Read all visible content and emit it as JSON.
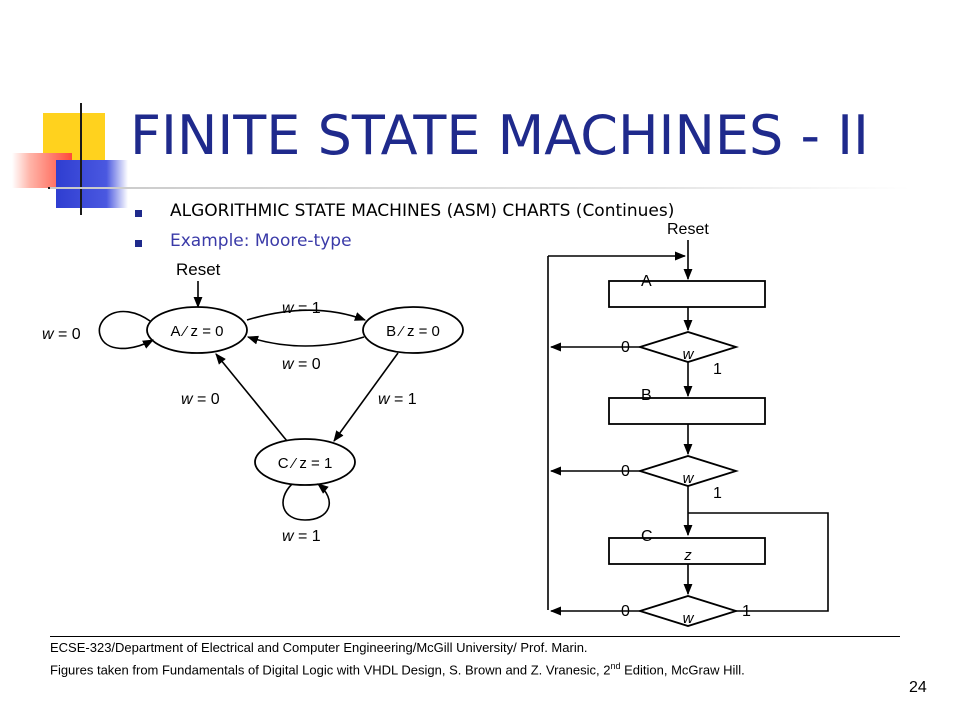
{
  "slide": {
    "title": "FINITE STATE MACHINES - II",
    "bullets": [
      "ALGORITHMIC STATE MACHINES (ASM) CHARTS (Continues)",
      "Example: Moore-type"
    ],
    "page_number": "24",
    "colors": {
      "title": "#1f2a8c",
      "bullet2": "#3a3aa8",
      "accent_yellow": "#ffd21e",
      "accent_blue": "#2f3ed1",
      "accent_red": "#ff4a3a"
    }
  },
  "state_diagram": {
    "reset_label": "Reset",
    "states": {
      "A": "A ⁄ z = 0",
      "B": "B ⁄ z = 0",
      "C": "C ⁄ z = 1"
    },
    "transitions": {
      "A_self": "= 0",
      "A_to_B": "= 1",
      "B_to_A": "= 0",
      "C_to_A": "= 0",
      "B_to_C": "= 1",
      "C_self": "= 1"
    },
    "input_symbol": "w"
  },
  "asm_chart": {
    "reset_label": "Reset",
    "state_labels": [
      "A",
      "B",
      "C"
    ],
    "output_in_C": "z",
    "decision_var": "w",
    "branch_zero": "0",
    "branch_one": "1"
  },
  "footer": {
    "line1": "ECSE-323/Department of Electrical and Computer Engineering/McGill University/ Prof. Marin.",
    "line2_pre": "Figures taken from Fundamentals of Digital Logic with VHDL Design, S. Brown and Z. Vranesic, 2",
    "line2_sup": "nd",
    "line2_post": " Edition, McGraw Hill."
  }
}
